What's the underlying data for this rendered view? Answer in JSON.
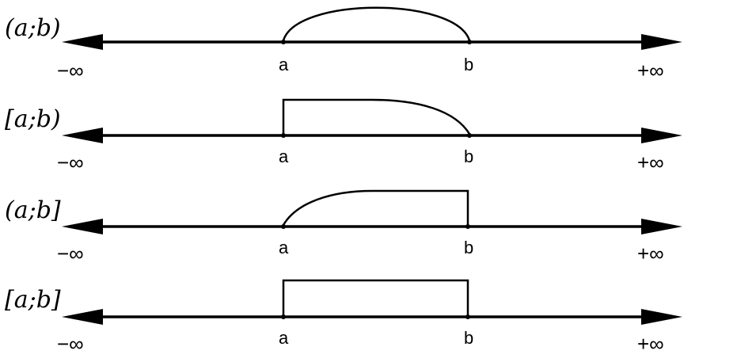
{
  "rows": [
    {
      "notation": "(a;b)",
      "left_type": "open",
      "right_type": "open",
      "left_label": "a",
      "right_label": "b",
      "neg_inf": "−∞",
      "pos_inf": "+∞"
    },
    {
      "notation": "[a;b)",
      "left_type": "closed",
      "right_type": "open",
      "left_label": "a",
      "right_label": "b",
      "neg_inf": "−∞",
      "pos_inf": "+∞"
    },
    {
      "notation": "(a;b]",
      "left_type": "open",
      "right_type": "closed",
      "left_label": "a",
      "right_label": "b",
      "neg_inf": "−∞",
      "pos_inf": "+∞"
    },
    {
      "notation": "[a;b]",
      "left_type": "closed",
      "right_type": "closed",
      "left_label": "a",
      "right_label": "b",
      "neg_inf": "−∞",
      "pos_inf": "+∞"
    }
  ],
  "colors": {
    "ink": "#000000",
    "background": "#ffffff"
  }
}
